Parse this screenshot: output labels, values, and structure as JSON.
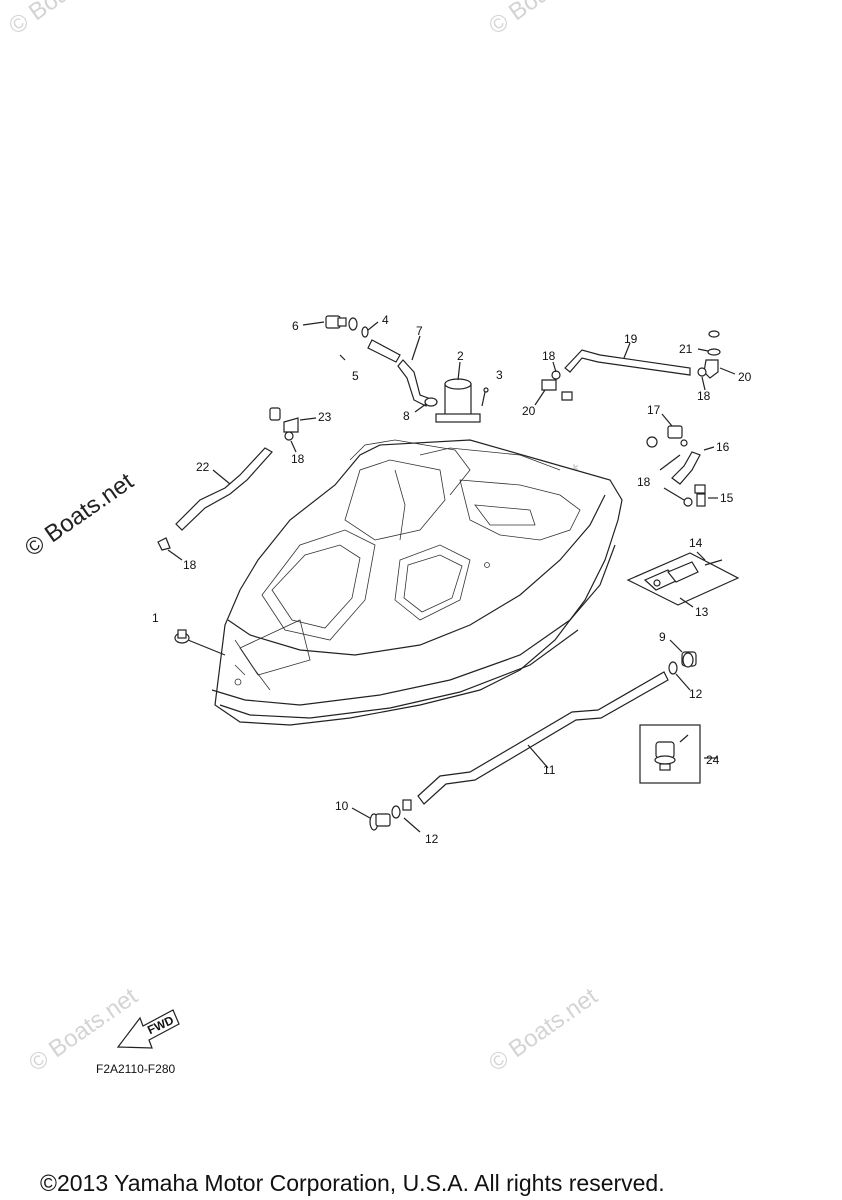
{
  "watermark_text": "© Boats.net",
  "diagram_code": "F2A2110-F280",
  "fwd_label": "FWD",
  "copyright": "©2013 Yamaha Motor Corporation, U.S.A. All rights reserved.",
  "callouts": [
    "1",
    "2",
    "3",
    "4",
    "5",
    "6",
    "7",
    "8",
    "9",
    "10",
    "11",
    "12",
    "12",
    "13",
    "14",
    "15",
    "16",
    "17",
    "18",
    "18",
    "18",
    "18",
    "18",
    "19",
    "20",
    "20",
    "21",
    "22",
    "23",
    "24"
  ]
}
